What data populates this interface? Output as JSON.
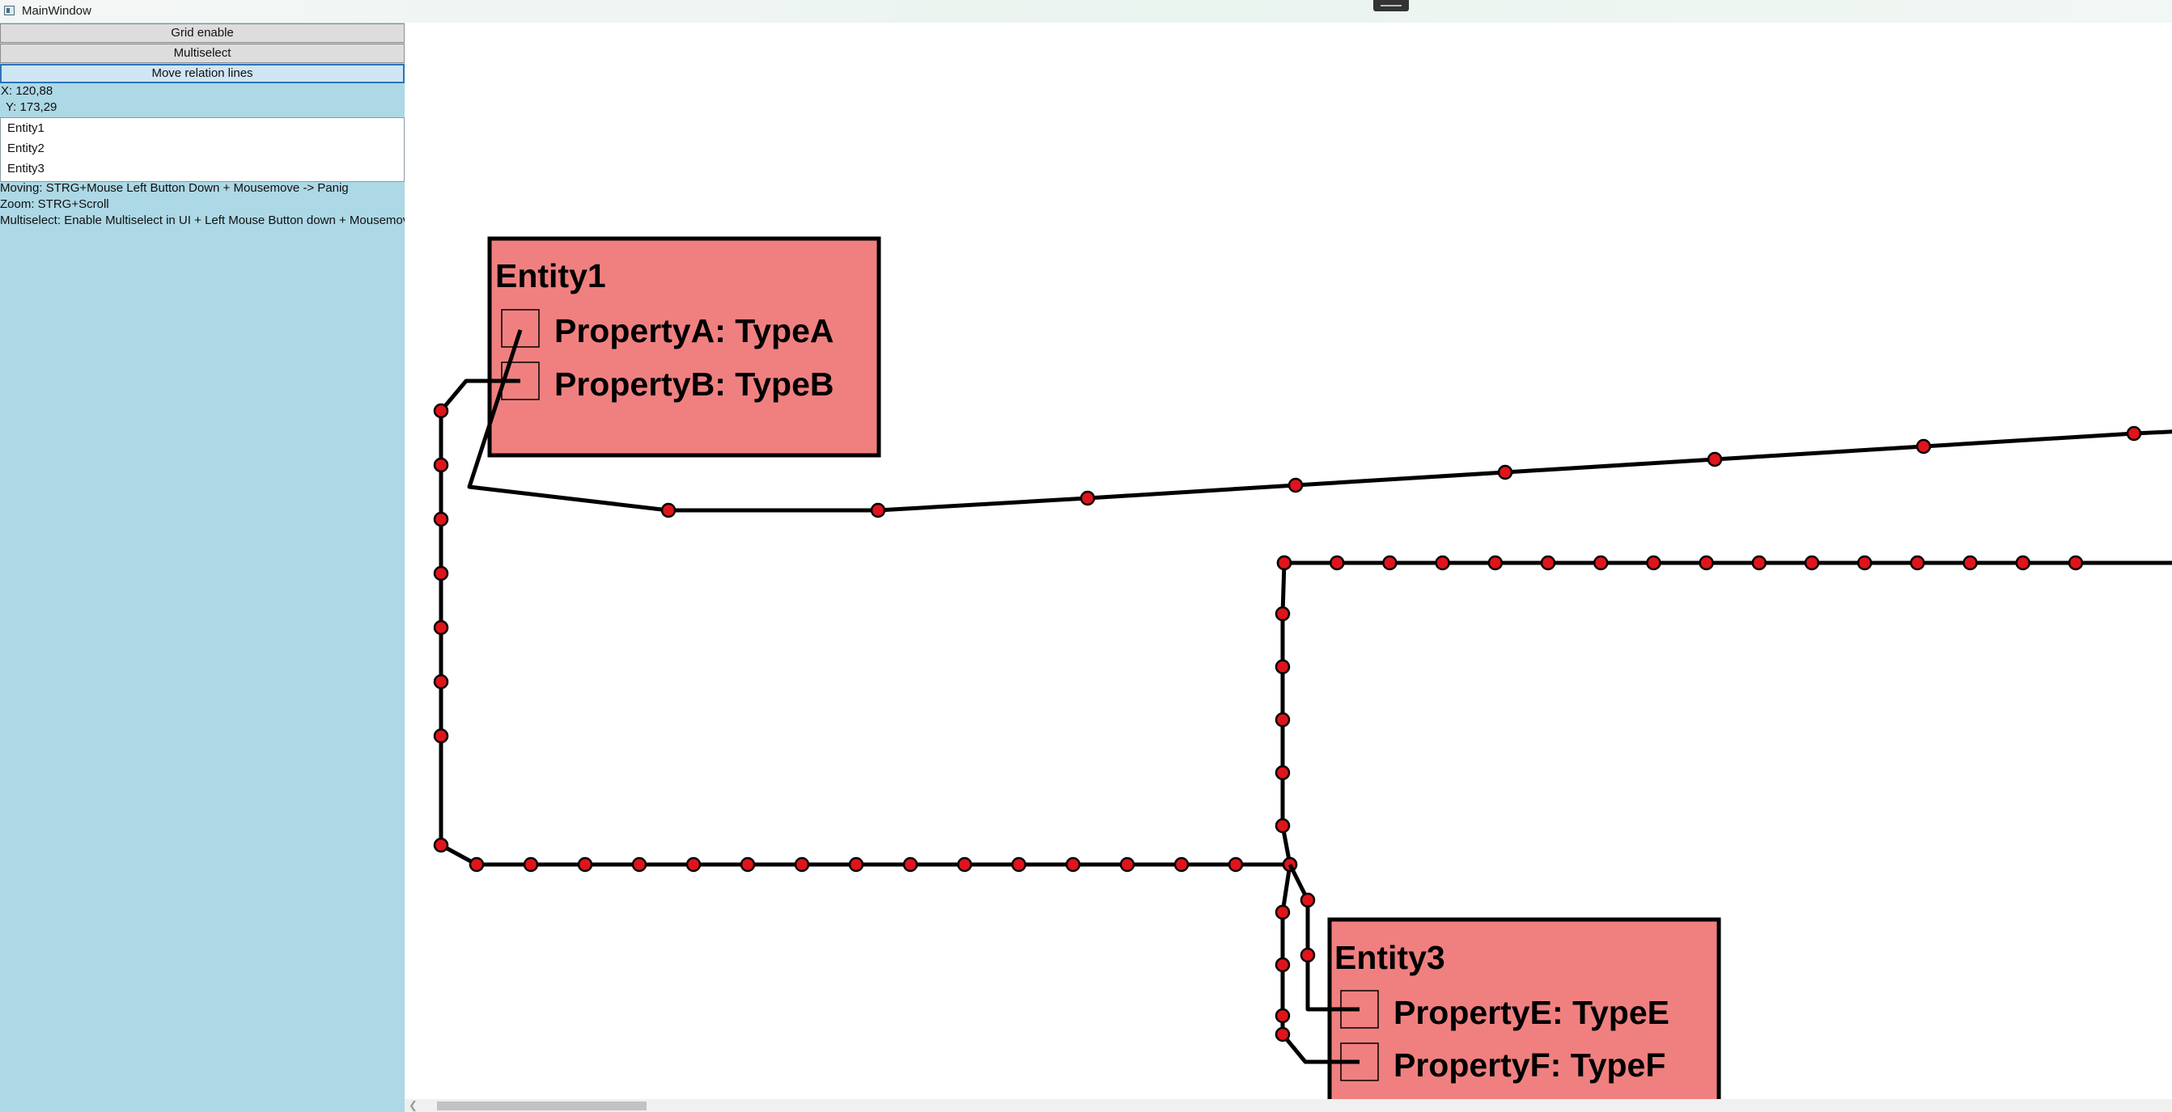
{
  "window": {
    "title": "MainWindow"
  },
  "toolbar": {
    "grid_label": "Grid enable",
    "multiselect_label": "Multiselect",
    "move_lines_label": "Move relation lines"
  },
  "coords": {
    "x": "X: 120,88",
    "y": "Y: 173,29"
  },
  "entity_list": [
    "Entity1",
    "Entity2",
    "Entity3"
  ],
  "help": [
    "Moving: STRG+Mouse Left Button Down + Mousemove -> Panig",
    "Zoom: STRG+Scroll",
    "Multiselect: Enable Multiselect in UI + Left Mouse Button down + Mousemove"
  ],
  "entities": [
    {
      "name": "Entity1",
      "properties": [
        "PropertyA: TypeA",
        "PropertyB: TypeB"
      ]
    },
    {
      "name": "Entity3",
      "properties": [
        "PropertyE: TypeE",
        "PropertyF: TypeF"
      ]
    }
  ],
  "colors": {
    "sidebar": "#add8e6",
    "entity_fill": "#f08080",
    "handle": "#e0141b",
    "line": "#000000"
  },
  "icons": {
    "scroll_left": "chevron-left-icon"
  }
}
